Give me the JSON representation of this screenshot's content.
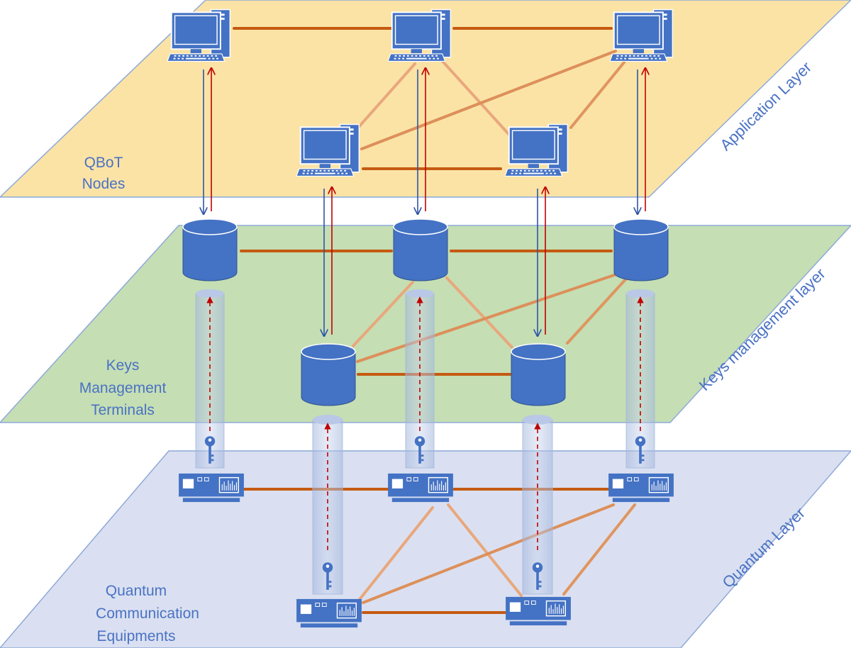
{
  "layers": {
    "application": {
      "name": "Application Layer",
      "label_lines": [
        "QBoT",
        "Nodes"
      ],
      "fill": "#fbe3a6",
      "stroke": "#8ea9d8"
    },
    "keys": {
      "name": "Keys management layer",
      "label_lines": [
        "Keys",
        "Management",
        "Terminals"
      ],
      "fill": "#c5deb4",
      "stroke": "#8ea9d8"
    },
    "quantum": {
      "name": "Quantum Layer",
      "label_lines": [
        "Quantum",
        "Communication",
        "Equipments"
      ],
      "fill": "#dae0f1",
      "stroke": "#8ea9d8"
    }
  },
  "colors": {
    "node_blue": "#4472c4",
    "link_orange": "#c55a11",
    "arrow_up_red": "#c00000",
    "arrow_down_blue": "#2f55a4",
    "key_pipe": "#8fa8d6"
  },
  "icons": {
    "application_node": "desktop-computer-icon",
    "key_terminal": "database-cylinder-icon",
    "quantum_equipment": "quantum-device-icon",
    "key": "key-icon"
  }
}
